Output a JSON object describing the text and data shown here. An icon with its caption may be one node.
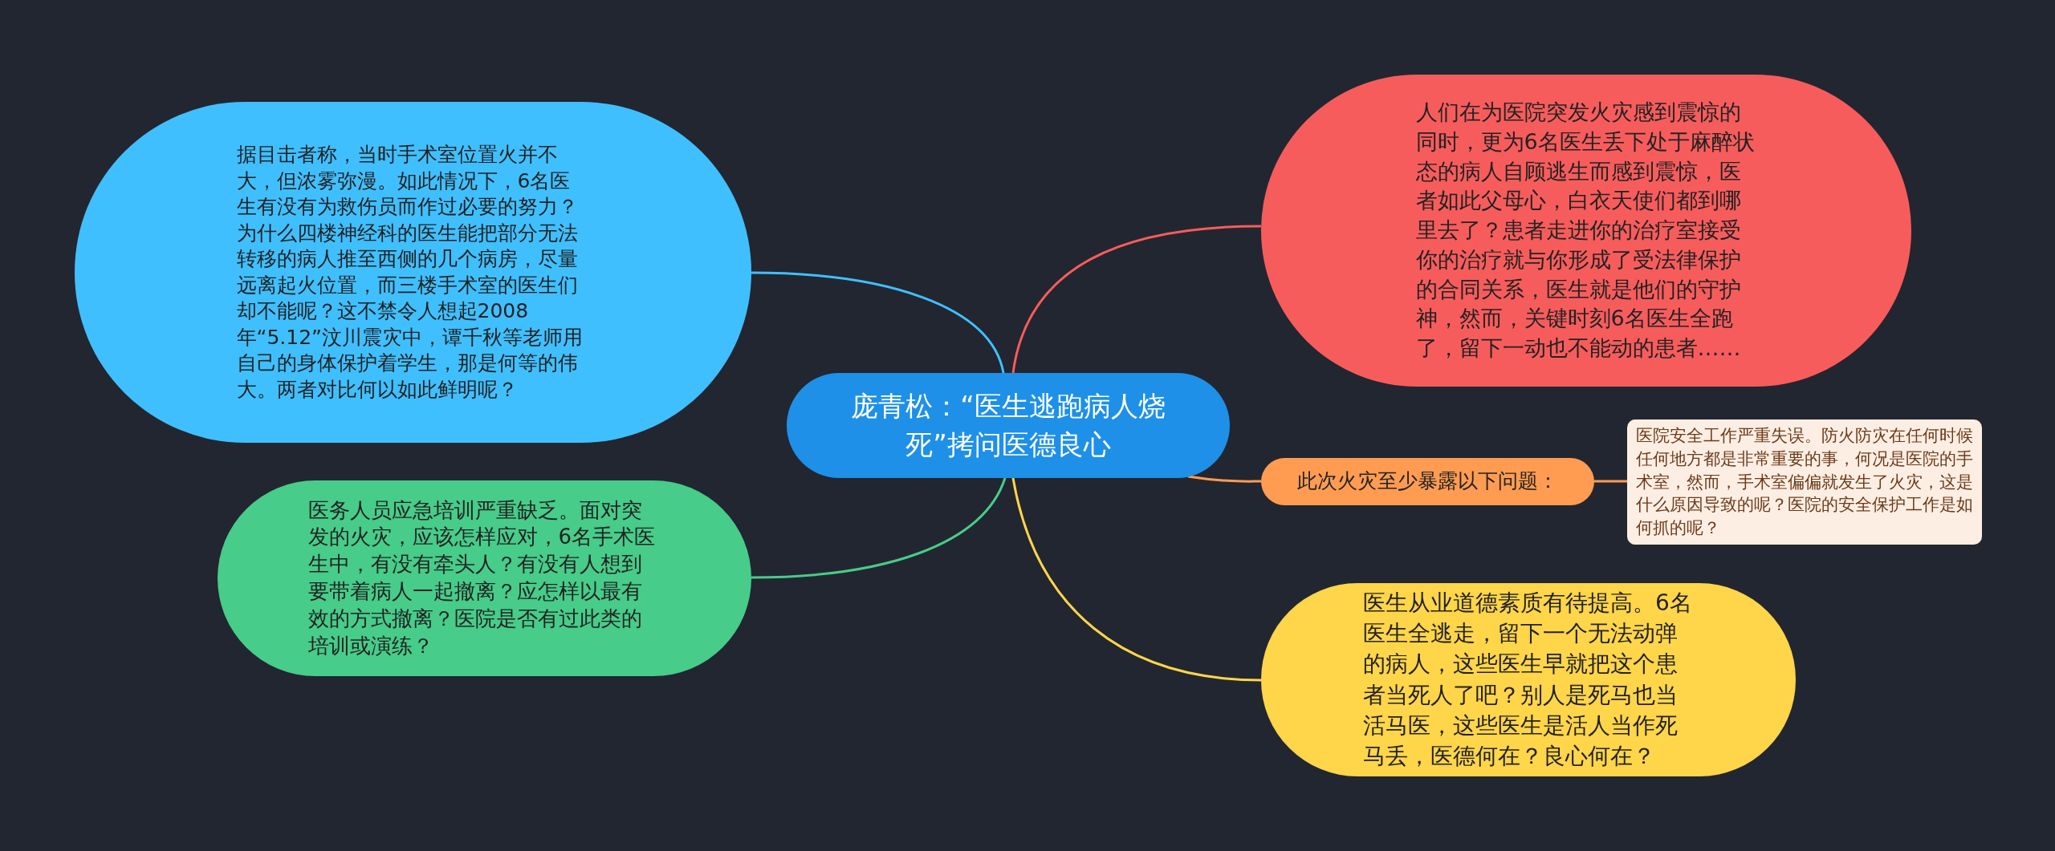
{
  "diagram": {
    "nodes": [
      {
        "text": [
          "庞青松：“医生逃跑病人烧死”拷问医德良心"
        ]
      },
      {
        "text": [
          "据目击者称，当时手术室位置火并不大，但浓雾弥漫。如此情况下，6名医生有没有为救伤员而作过必要的努力？为什么四楼神经科的医生能把部分无法转移的病人推至西侧的几个病房，尽量远离起火位置，而三楼手术室的医生们却不能呢？这不禁令人想起2008年“5.12”汶川震灾中，谭千秋等老师用自己的身体保护着学生，那是何等的伟大。两者对比何以如此鲜明呢？"
        ]
      },
      {
        "text": [
          "人们在为医院突发火灾感到震惊的同时，更为6名医生丢下处于麻醉状态的病人自顾逃生而感到震惊，医者如此父母心，白衣天使们都到哪里去了？患者走进你的治疗室接受你的治疗就与你形成了受法律保护的合同关系，医生就是他们的守护神，然而，关键时刻6名医生全跑了，留下一动也不能动的患者……"
        ]
      },
      {
        "text": [
          "医务人员应急培训严重缺乏。面对突发的火灾，应该怎样应对，6名手术医生中，有没有牵头人？有没有人想到要带着病人一起撤离？应怎样以最有效的方式撤离？医院是否有过此类的培训或演练？"
        ]
      },
      {
        "text": [
          "此次火灾至少暴露以下问题："
        ]
      },
      {
        "text": [
          "医院安全工作严重失误。防火防灾在任何时候任何地方都是非常重要的事，何况是医院的手术室，然而，手术室偏偏就发生了火灾，这是什么原因导致的呢？医院的安全保护工作是如何抓的呢？"
        ]
      },
      {
        "text": [
          "医生从业道德素质有待提高。6名医生全逃走，留下一个无法动弹的病人，这些医生早就把这个患者当死人了吧？别人是死马也当活马医，这些医生是活人当作死马丢，医德何在？良心何在？"
        ]
      }
    ],
    "edges": [
      {
        "from": 0,
        "to": 1,
        "arrow": "none",
        "color": "#40bfff"
      },
      {
        "from": 0,
        "to": 2,
        "arrow": "none",
        "color": "#f75c5c"
      },
      {
        "from": 0,
        "to": 3,
        "arrow": "none",
        "color": "#47cc8a"
      },
      {
        "from": 0,
        "to": 4,
        "arrow": "none",
        "color": "#ff9c52"
      },
      {
        "from": 0,
        "to": 6,
        "arrow": "none",
        "color": "#ffd54a"
      },
      {
        "from": 4,
        "to": 5,
        "arrow": "none",
        "color": "#ff9c52"
      }
    ]
  }
}
